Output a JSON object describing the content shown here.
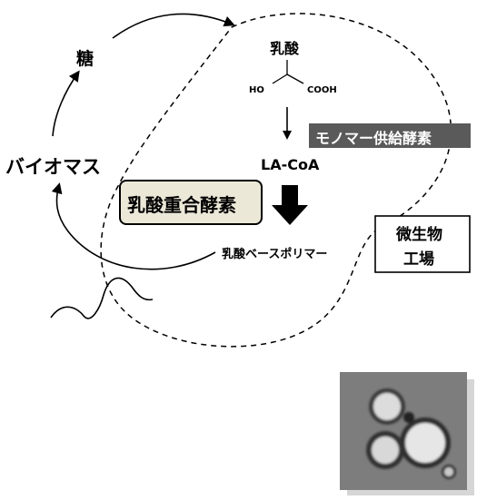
{
  "cycle": {
    "sugar": "糖",
    "biomass": "バイオマス"
  },
  "pathway": {
    "lactic_acid": "乳酸",
    "structure": {
      "hydroxyl": "HO",
      "carboxyl": "COOH"
    },
    "la_coa": "LA-CoA",
    "polymer": "乳酸ベースポリマー"
  },
  "enzymes": {
    "monomer_supply": "モノマー供給酵素",
    "polymerase": "乳酸重合酵素"
  },
  "factory": {
    "line1": "微生物",
    "line2": "工場"
  },
  "colors": {
    "enzyme_banner_bg": "#5a5a5a",
    "enzyme_banner_text": "#ffffff",
    "polymerase_box_bg": "#ece8d8",
    "micrograph_bg": "#7a7a7a"
  },
  "icons": [
    "cycle-arrow-sugar-to-cell",
    "cycle-arrow-biomass-to-sugar",
    "cycle-arrow-polymer-to-biomass",
    "wavy-line-icon",
    "thick-down-arrow-icon",
    "thin-down-arrow-icon"
  ]
}
